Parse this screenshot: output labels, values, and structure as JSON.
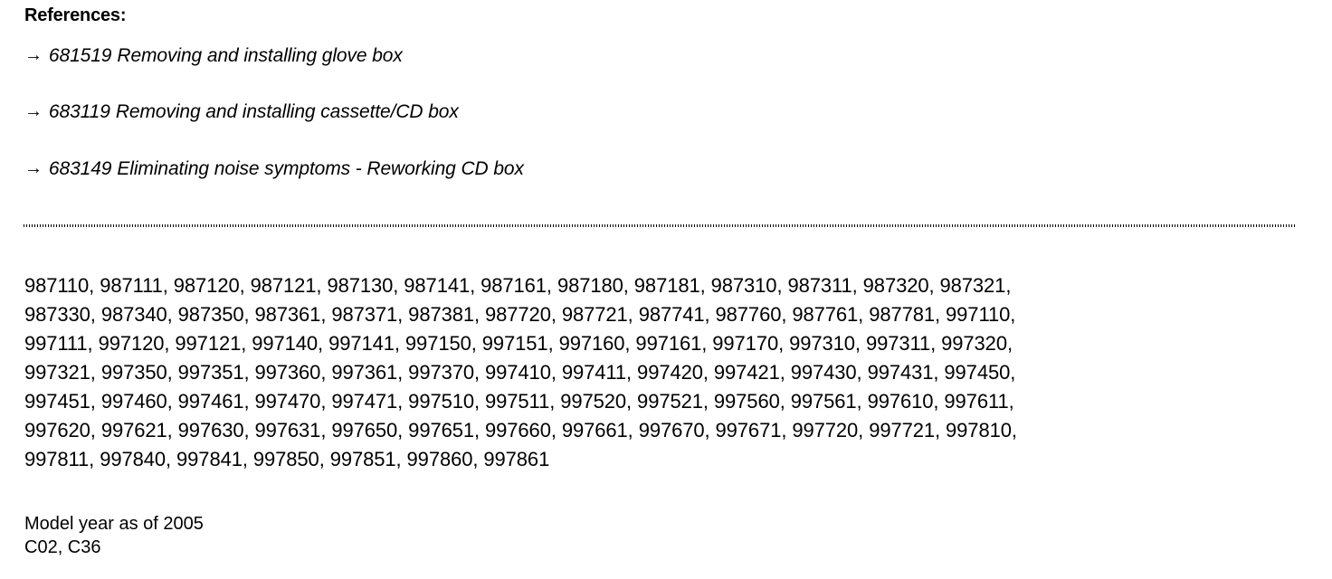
{
  "document": {
    "references_heading": "References:",
    "references": [
      {
        "arrow": "arrow-right-icon",
        "arrow_glyph": "→",
        "number": "681519",
        "title": "Removing and installing glove box",
        "full_text": "→ 681519 Removing and installing glove box"
      },
      {
        "arrow": "arrow-right-icon",
        "arrow_glyph": "→",
        "number": "683119",
        "title": "Removing and installing cassette/CD box",
        "full_text": "→ 683119 Removing and installing cassette/CD box"
      },
      {
        "arrow": "arrow-right-icon",
        "arrow_glyph": "→",
        "number": "683149",
        "title": "Eliminating noise symptoms - Reworking CD box",
        "full_text": "→ 683149 Eliminating noise symptoms - Reworking CD box"
      }
    ],
    "separator": {
      "style": "dotted",
      "color": "#000000"
    },
    "part_numbers_rows": [
      "987110, 987111, 987120, 987121, 987130, 987141, 987161, 987180, 987181, 987310, 987311, 987320, 987321,",
      "987330, 987340, 987350, 987361, 987371, 987381, 987720, 987721, 987741, 987760, 987761, 987781, 997110,",
      "997111, 997120, 997121, 997140, 997141, 997150, 997151, 997160, 997161, 997170, 997310, 997311, 997320,",
      "997321, 997350, 997351, 997360, 997361, 997370, 997410, 997411, 997420, 997421, 997430, 997431, 997450,",
      "997451, 997460, 997461, 997470, 997471, 997510, 997511, 997520, 997521, 997560, 997561, 997610, 997611,",
      "997620, 997621, 997630, 997631, 997650, 997651, 997660, 997661, 997670, 997671, 997720, 997721, 997810,",
      "997811, 997840, 997841, 997850, 997851, 997860, 997861"
    ],
    "footer": {
      "model_year_line": "Model year as of 2005",
      "code_line": "C02, C36"
    }
  }
}
